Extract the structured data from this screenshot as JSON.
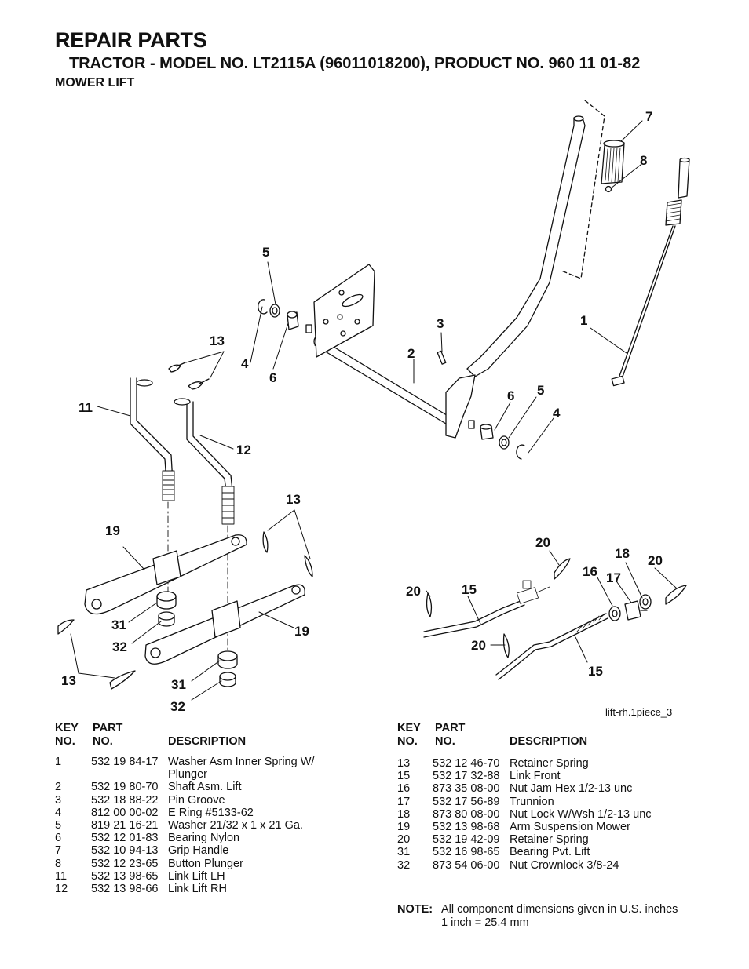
{
  "header": {
    "title": "REPAIR PARTS",
    "subtitle": "TRACTOR - MODEL NO. LT2115A (96011018200), PRODUCT NO. 960 11 01-82",
    "section": "MOWER LIFT"
  },
  "diagram": {
    "caption": "lift-rh.1piece_3",
    "callouts": [
      "7",
      "8",
      "5",
      "1",
      "3",
      "2",
      "13",
      "4",
      "6",
      "11",
      "12",
      "6",
      "5",
      "4",
      "13",
      "19",
      "20",
      "18",
      "20",
      "16",
      "17",
      "20",
      "15",
      "31",
      "32",
      "19",
      "20",
      "13",
      "31",
      "15",
      "32"
    ]
  },
  "table_headers": {
    "key_line1": "KEY",
    "key_line2": "NO.",
    "part_line1": "PART",
    "part_line2": "NO.",
    "description": "DESCRIPTION"
  },
  "parts_left": [
    {
      "key": "1",
      "part": "532 19 84-17",
      "desc": "Washer Asm Inner Spring W/",
      "desc2": "Plunger"
    },
    {
      "key": "2",
      "part": "532 19 80-70",
      "desc": "Shaft Asm. Lift"
    },
    {
      "key": "3",
      "part": "532 18 88-22",
      "desc": "Pin Groove"
    },
    {
      "key": "4",
      "part": "812 00 00-02",
      "desc": "E Ring #5133-62"
    },
    {
      "key": "5",
      "part": "819 21 16-21",
      "desc": "Washer 21/32 x 1 x 21 Ga."
    },
    {
      "key": "6",
      "part": "532 12 01-83",
      "desc": "Bearing Nylon"
    },
    {
      "key": "7",
      "part": "532 10 94-13",
      "desc": "Grip Handle"
    },
    {
      "key": "8",
      "part": "532 12 23-65",
      "desc": "Button Plunger"
    },
    {
      "key": "11",
      "part": "532 13 98-65",
      "desc": "Link Lift LH"
    },
    {
      "key": "12",
      "part": "532 13 98-66",
      "desc": "Link Lift RH"
    }
  ],
  "parts_right": [
    {
      "key": "13",
      "part": "532 12 46-70",
      "desc": "Retainer Spring"
    },
    {
      "key": "15",
      "part": "532 17 32-88",
      "desc": "Link Front"
    },
    {
      "key": "16",
      "part": "873 35 08-00",
      "desc": "Nut Jam Hex 1/2-13 unc"
    },
    {
      "key": "17",
      "part": "532 17 56-89",
      "desc": "Trunnion"
    },
    {
      "key": "18",
      "part": "873 80 08-00",
      "desc": "Nut Lock W/Wsh 1/2-13 unc"
    },
    {
      "key": "19",
      "part": "532 13 98-68",
      "desc": "Arm Suspension Mower"
    },
    {
      "key": "20",
      "part": "532 19 42-09",
      "desc": "Retainer Spring"
    },
    {
      "key": "31",
      "part": "532 16 98-65",
      "desc": "Bearing Pvt. Lift"
    },
    {
      "key": "32",
      "part": "873 54 06-00",
      "desc": "Nut Crownlock 3/8-24"
    }
  ],
  "note": {
    "label": "NOTE:",
    "line1": "All component dimensions given in U.S. inches",
    "line2": "1 inch = 25.4 mm"
  }
}
